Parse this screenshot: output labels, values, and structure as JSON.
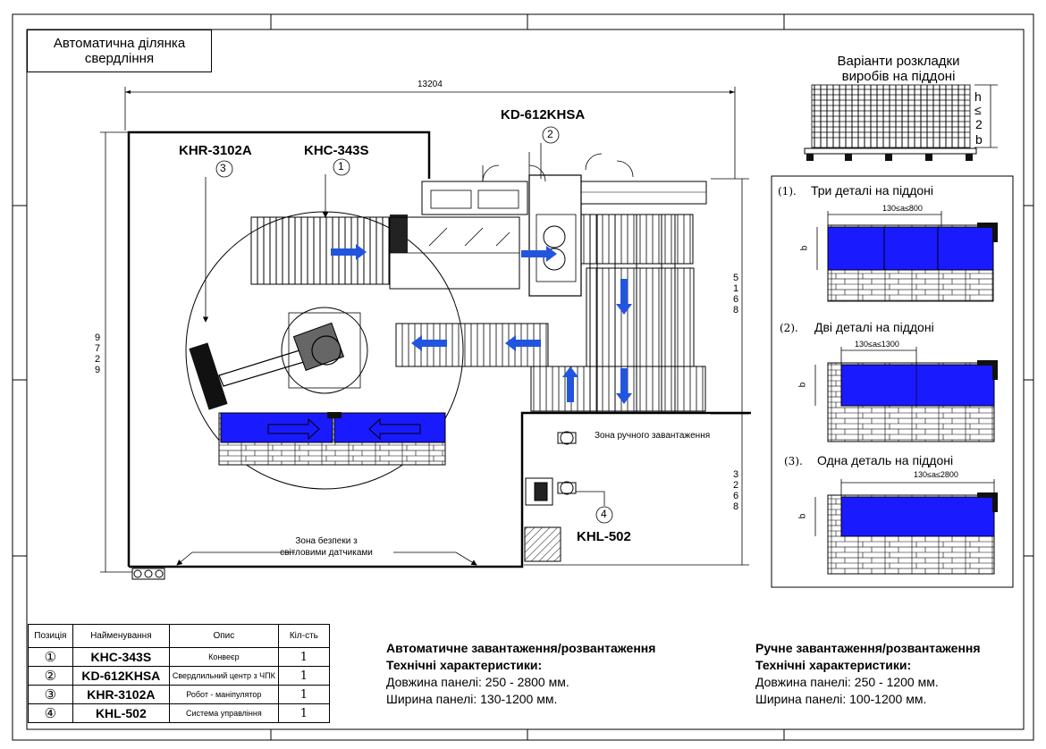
{
  "title": "Автоматична ділянка свердління",
  "layout": {
    "overall_width": "13204",
    "overall_height": "9729",
    "right_dim_upper": "5168",
    "right_dim_lower": "3268"
  },
  "labels": {
    "khc": "KHC-343S",
    "kd": "KD-612KHSA",
    "khr": "KHR-3102A",
    "khl": "KHL-502",
    "pos1": "1",
    "pos2": "2",
    "pos3": "3",
    "pos4": "4",
    "manual_zone": "Зона ручного завантаження",
    "safety_zone": "Зона безпеки з світловими датчиками"
  },
  "variants": {
    "title": "Варіанти розкладки виробів на піддоні",
    "stack_h": "h",
    "stack_le": "≤",
    "stack_2": "2",
    "stack_b": "b",
    "items": [
      {
        "marker": "(1).",
        "label": "Три деталі на піддоні",
        "dim": "130≤a≤800",
        "side": "b"
      },
      {
        "marker": "(2).",
        "label": "Дві деталі на піддоні",
        "dim": "130≤a≤1300",
        "side": "b"
      },
      {
        "marker": "(3).",
        "label": "Одна деталь на піддоні",
        "dim": "130≤a≤2800",
        "side": "b"
      }
    ]
  },
  "spec_table": {
    "headers": [
      "Позиція",
      "Найменування",
      "Опис",
      "Кіл-сть"
    ],
    "rows": [
      {
        "pos": "①",
        "name": "KHC-343S",
        "desc": "Конвеєр",
        "qty": "1"
      },
      {
        "pos": "②",
        "name": "KD-612KHSA",
        "desc": "Свердлильний центр з ЧПК",
        "qty": "1"
      },
      {
        "pos": "③",
        "name": "KHR-3102A",
        "desc": "Робот - маніпулятор",
        "qty": "1"
      },
      {
        "pos": "④",
        "name": "KHL-502",
        "desc": "Система управління",
        "qty": "1"
      }
    ]
  },
  "characteristics": {
    "auto": {
      "title": "Автоматичне завантаження/розвантаження",
      "subtitle": "Технічні характеристики:",
      "length": "Довжина панелі: 250 - 2800 мм.",
      "width": "Ширина панелі: 130-1200 мм."
    },
    "manual": {
      "title": "Ручне завантаження/розвантаження",
      "subtitle": "Технічні характеристики:",
      "length": "Довжина панелі: 250 - 1200 мм.",
      "width": "Ширина панелі: 100-1200 мм."
    }
  },
  "colors": {
    "panel_blue": "#1a1aff",
    "arrow_blue": "#2255dd",
    "line": "#000000"
  }
}
